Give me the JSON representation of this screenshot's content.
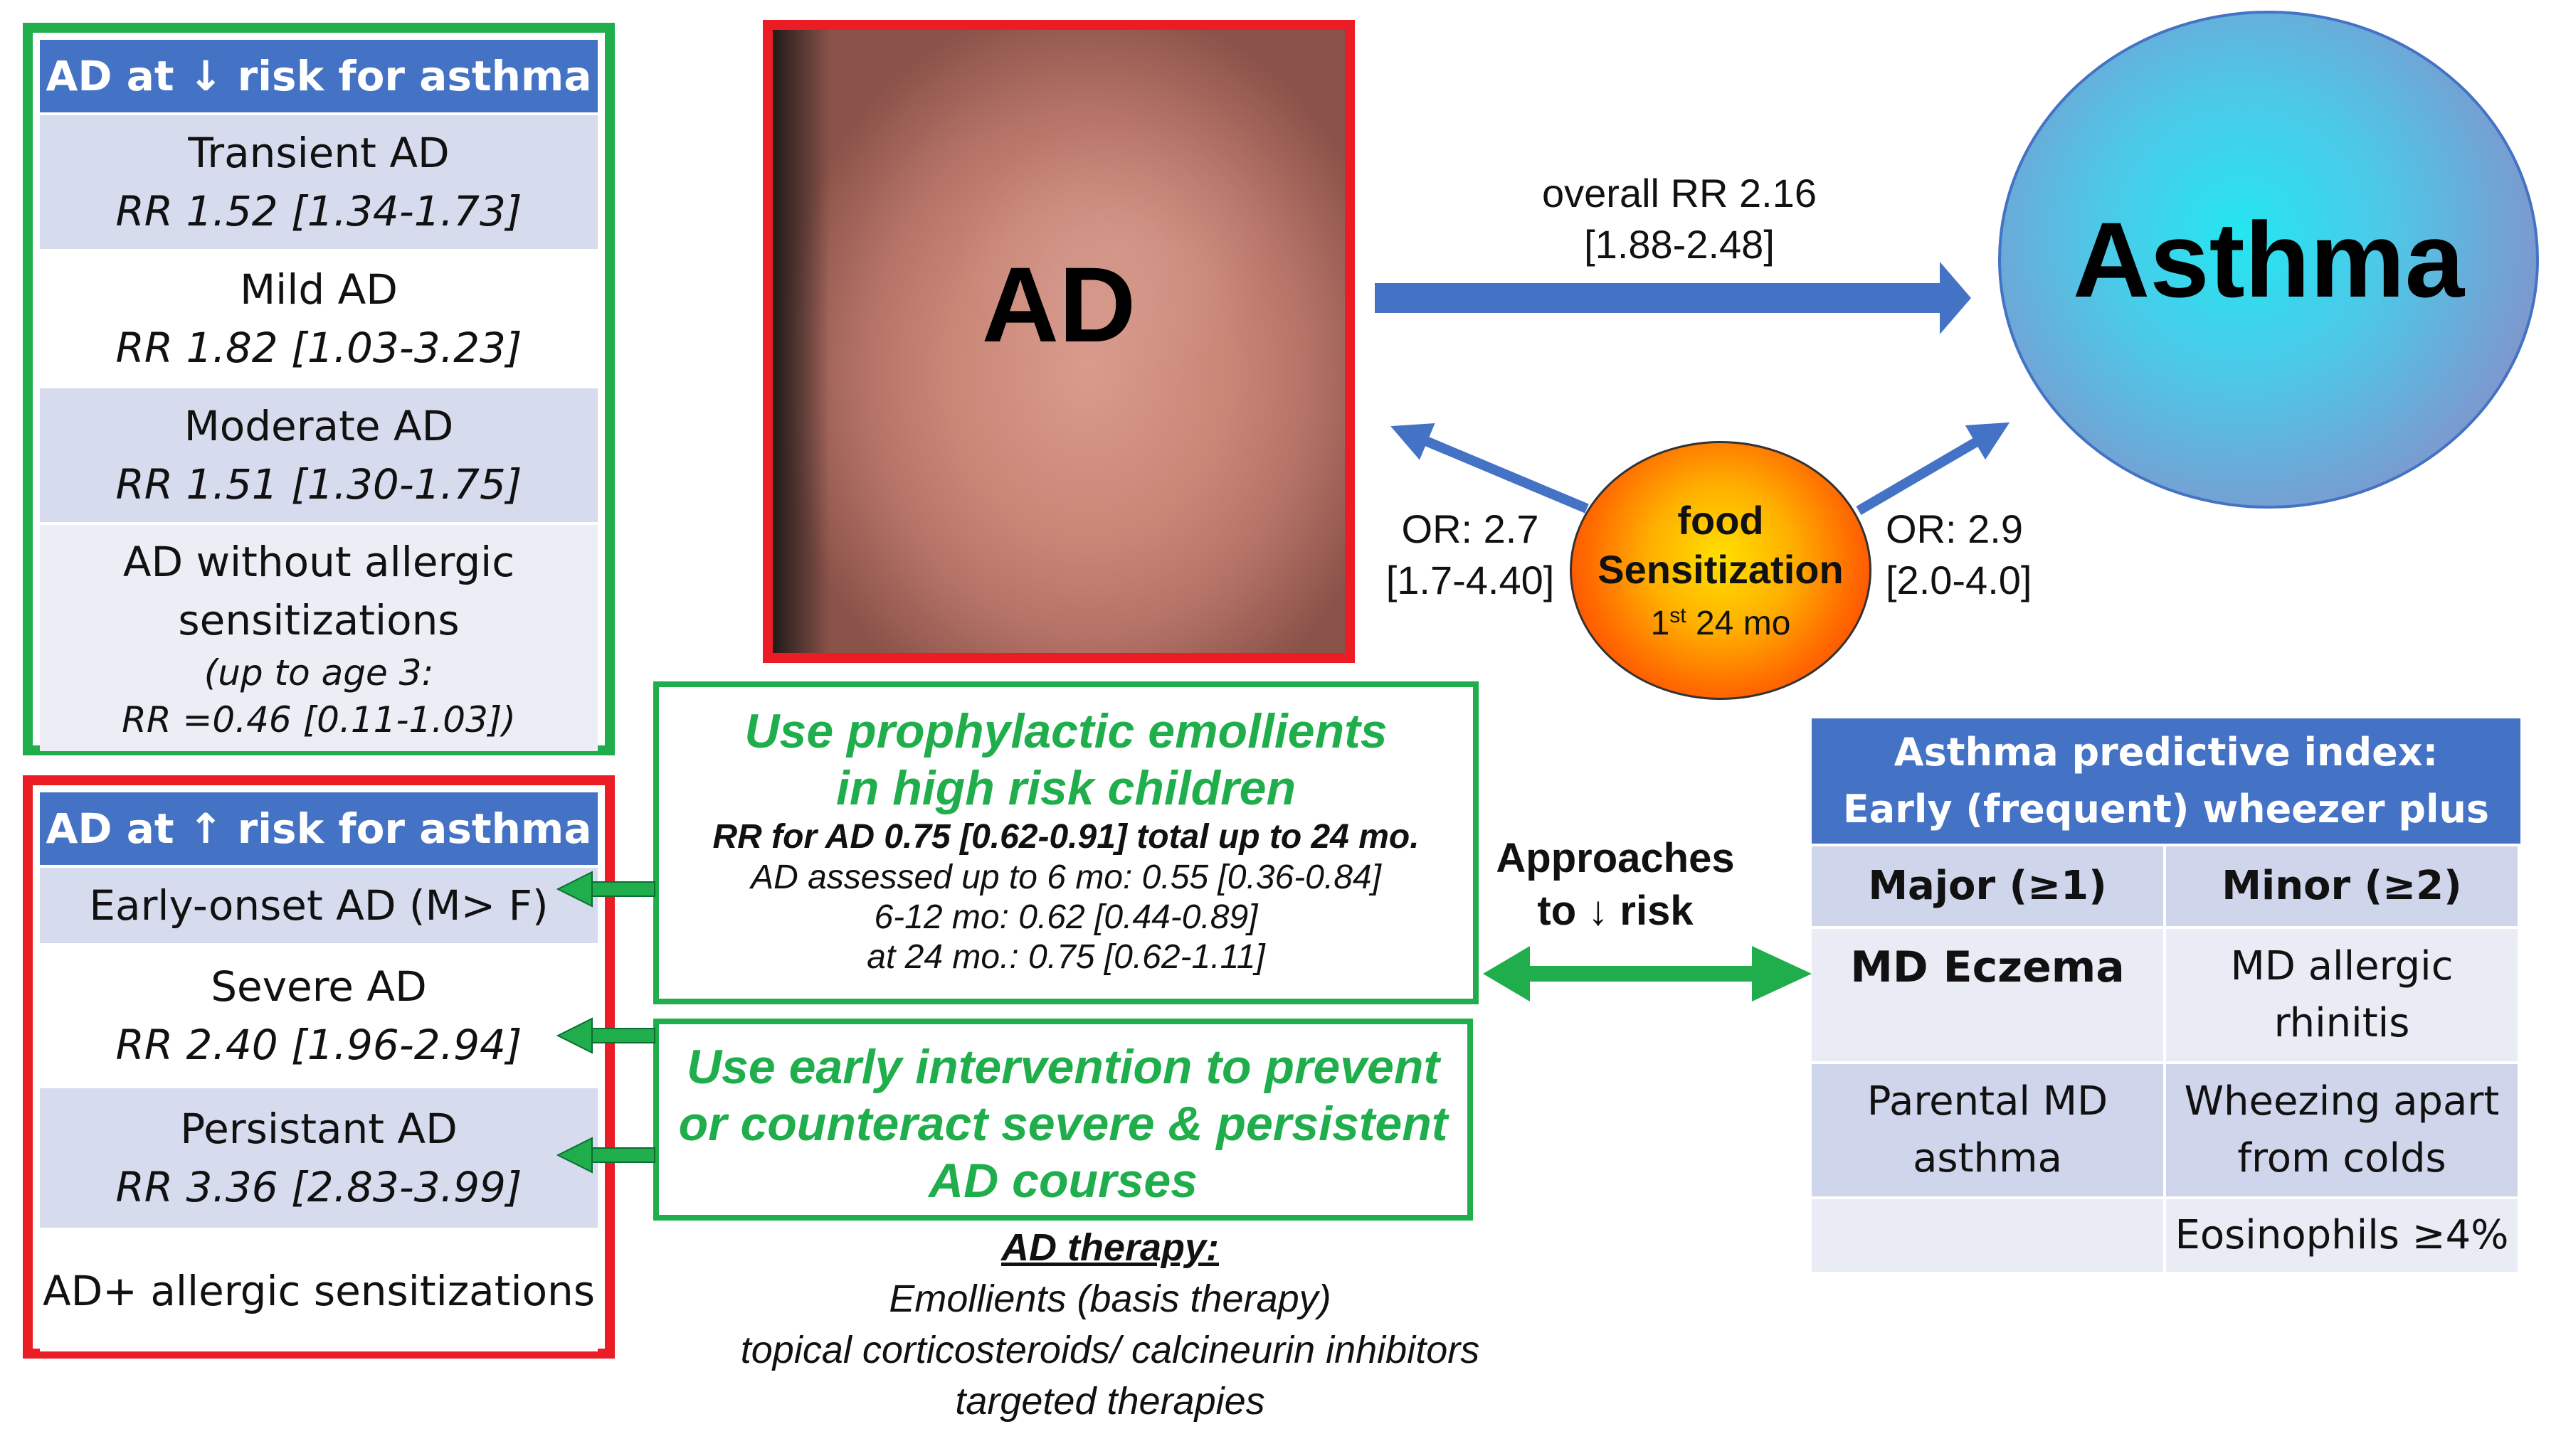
{
  "lower_risk": {
    "title": "AD at ↓ risk for asthma",
    "rows": [
      {
        "line1": "Transient AD",
        "line2": "RR 1.52 [1.34-1.73]"
      },
      {
        "line1": "Mild AD",
        "line2": "RR 1.82 [1.03-3.23]"
      },
      {
        "line1": "Moderate AD",
        "line2": "RR 1.51 [1.30-1.75]"
      },
      {
        "line1": "AD without allergic",
        "line1b": "sensitizations",
        "line2": "(up to age 3:",
        "line3": "RR =0.46 [0.11-1.03])"
      }
    ]
  },
  "higher_risk": {
    "title": "AD at ↑ risk for asthma",
    "rows": [
      {
        "line1": "Early-onset AD (M> F)"
      },
      {
        "line1": "Severe AD",
        "line2": "RR 2.40 [1.96-2.94]"
      },
      {
        "line1": "Persistant AD",
        "line2": "RR 3.36 [2.83-3.99]"
      },
      {
        "line1": "AD+ allergic sensitizations"
      }
    ]
  },
  "photo": {
    "label": "AD"
  },
  "asthma": {
    "label": "Asthma"
  },
  "overall": {
    "line1": "overall RR 2.16",
    "line2": "[1.88-2.48]"
  },
  "food": {
    "line1": "food",
    "line2": "Sensitization",
    "line3_num": "1",
    "line3_sup": "st",
    "line3_rest": " 24 mo"
  },
  "or_left": {
    "line1": "OR: 2.7",
    "line2": "[1.7-4.40]"
  },
  "or_right": {
    "line1": "OR: 2.9",
    "line2": "[2.0-4.0]"
  },
  "emollients": {
    "title1": "Use prophylactic emollients",
    "title2": "in high risk children",
    "rr": "RR for AD 0.75 [0.62-0.91] total up to 24 mo.",
    "d1": "AD assessed up to 6 mo: 0.55 [0.36-0.84]",
    "d2": "6-12 mo: 0.62 [0.44-0.89]",
    "d3": "at 24 mo.: 0.75 [0.62-1.11]"
  },
  "intervention": {
    "line1": "Use early intervention to prevent",
    "line2": "or counteract severe & persistent",
    "line3": "AD courses"
  },
  "therapy": {
    "title": "AD therapy:",
    "l1": "Emollients (basis therapy)",
    "l2": "topical corticosteroids/ calcineurin inhibitors",
    "l3": "targeted therapies"
  },
  "approaches": {
    "line1": "Approaches",
    "line2": "to ↓ risk"
  },
  "api": {
    "title1": "Asthma predictive index:",
    "title2": "Early (frequent) wheezer plus",
    "major_head": "Major (≥1)",
    "minor_head": "Minor (≥2)",
    "major": [
      "MD Eczema",
      "Parental MD asthma",
      ""
    ],
    "minor": [
      "MD allergic rhinitis",
      "Wheezing apart from colds",
      "Eosinophils ≥4%"
    ]
  },
  "colors": {
    "green": "#1fae4b",
    "red": "#ec1c24",
    "blue": "#4472c4"
  }
}
